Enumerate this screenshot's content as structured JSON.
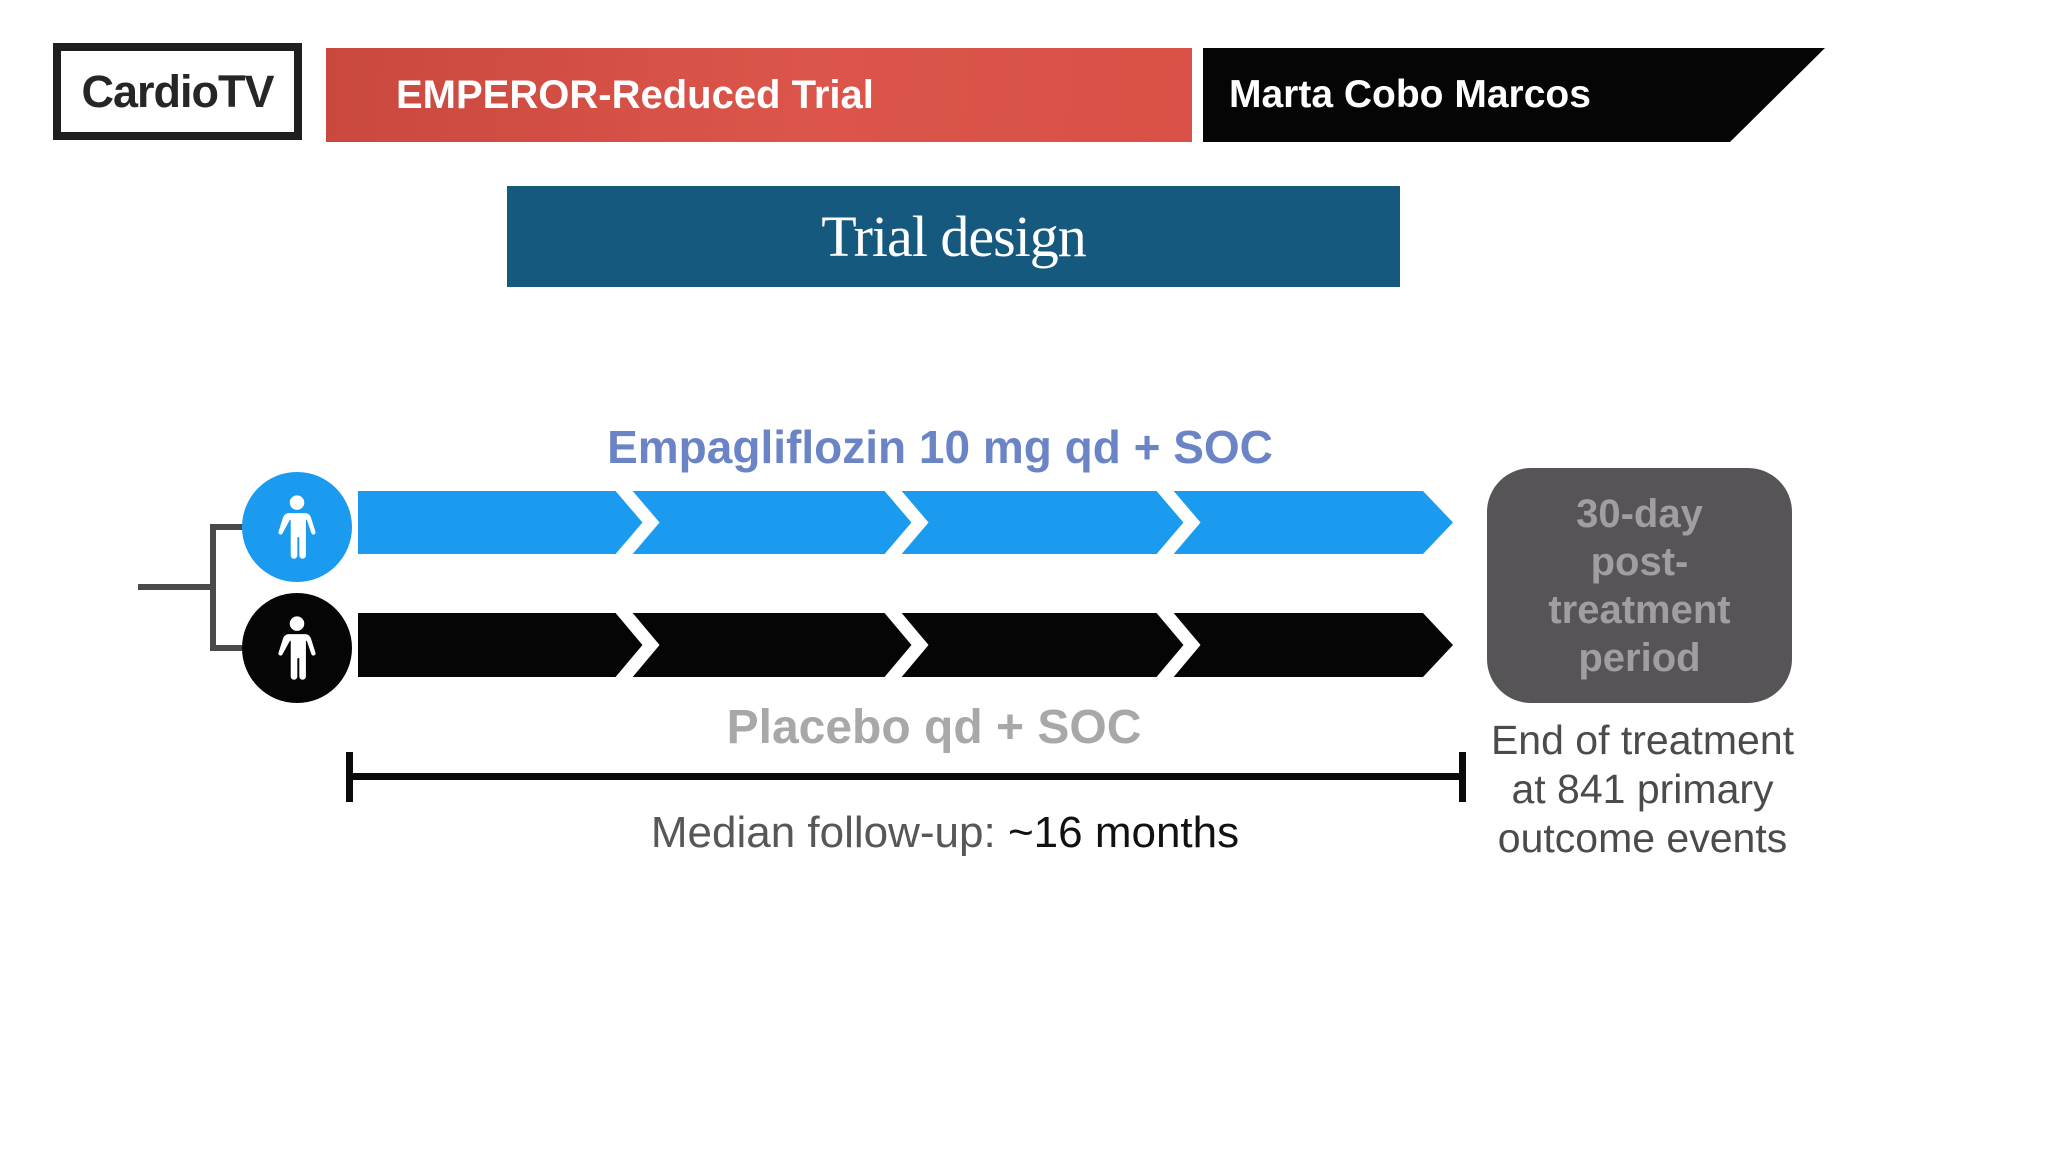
{
  "header": {
    "logo_text": "CardioTV",
    "trial_banner_label": "EMPEROR-Reduced Trial",
    "presenter_banner_label": "Marta Cobo Marcos"
  },
  "title_box": {
    "label": "Trial design",
    "bg_color": "#15597e"
  },
  "trial_arms": {
    "empagliflozin": {
      "label": "Empagliflozin 10 mg qd + SOC",
      "arrow_color": "#1a9bf0",
      "label_color": "#6b84c5",
      "icon": "person-icon"
    },
    "placebo": {
      "label": "Placebo qd + SOC",
      "arrow_color": "#050505",
      "label_color": "#a8a8a8",
      "icon": "person-icon"
    }
  },
  "post_treatment_box": {
    "label": "30-day\npost-\ntreatment\nperiod",
    "bg_color": "#575457",
    "text_color": "#a09ea1"
  },
  "end_note": {
    "label": "End of treatment\nat 841 primary\noutcome events"
  },
  "followup": {
    "prefix": "Median follow-up: ",
    "value": "~16 months"
  },
  "accent_colors": {
    "banner_red": "#d85045",
    "banner_black": "#050505",
    "bracket_gray": "#4a4a4a"
  }
}
